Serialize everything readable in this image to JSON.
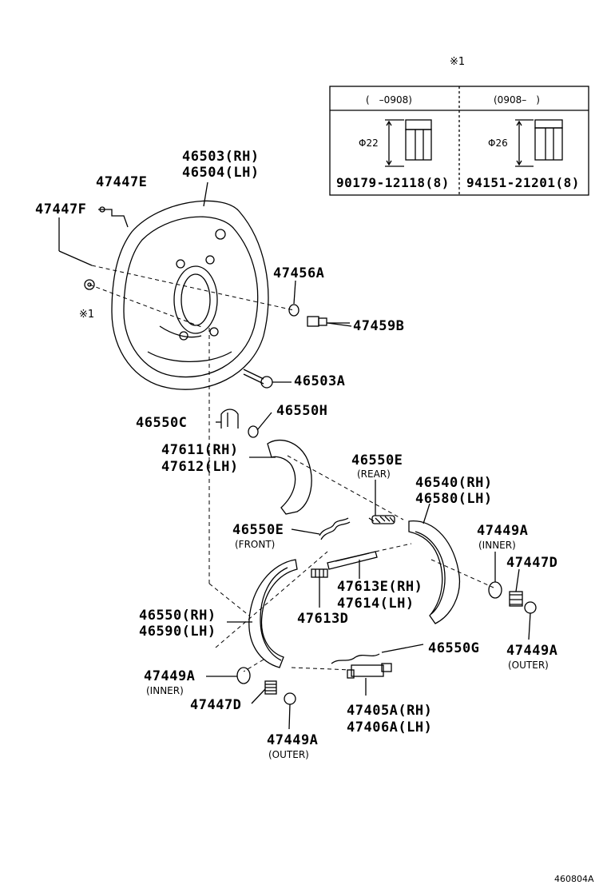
{
  "note_mark": "※1",
  "table": {
    "col1_header": "(　–0908)",
    "col2_header": "(0908–　)",
    "col1_dim": "Φ22",
    "col2_dim": "Φ26",
    "col1_part": "90179-12118(8)",
    "col2_part": "94151-21201(8)"
  },
  "parts": {
    "p46503": "46503(RH)",
    "p46504": "46504(LH)",
    "p47447E": "47447E",
    "p47447F": "47447F",
    "p47456A": "47456A",
    "p47459B": "47459B",
    "p46503A": "46503A",
    "p46550C": "46550C",
    "p46550H": "46550H",
    "p47611": "47611(RH)",
    "p47612": "47612(LH)",
    "p46550E_rear": "46550E",
    "rear_note": "(REAR)",
    "p46540": "46540(RH)",
    "p46580": "46580(LH)",
    "p46550E_front": "46550E",
    "front_note": "(FRONT)",
    "p47449A_inner_r": "47449A",
    "inner_note_r": "(INNER)",
    "p47447D_r": "47447D",
    "p47613E": "47613E(RH)",
    "p47614": "47614(LH)",
    "p47613D": "47613D",
    "p46550": "46550(RH)",
    "p46590": "46590(LH)",
    "p46550G": "46550G",
    "p47449A_outer_r": "47449A",
    "outer_note_r": "(OUTER)",
    "p47449A_inner_l": "47449A",
    "inner_note_l": "(INNER)",
    "p47447D_l": "47447D",
    "p47405A": "47405A(RH)",
    "p47406A": "47406A(LH)",
    "p47449A_outer_l": "47449A",
    "outer_note_l": "(OUTER)"
  },
  "figure_id": "460804A"
}
